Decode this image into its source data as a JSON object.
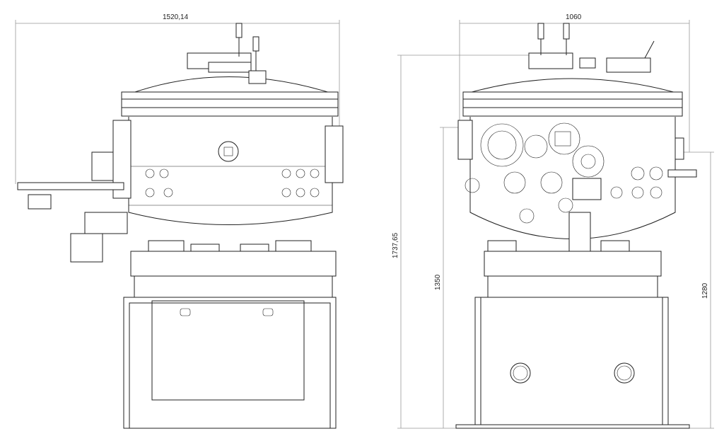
{
  "dimensions": {
    "side_width": "1520,14",
    "front_width": "1060",
    "total_height": "1737,65",
    "height_1350": "1350",
    "height_1280": "1280"
  },
  "colors": {
    "line": "#222222",
    "dimension": "#999999",
    "background": "#ffffff"
  }
}
